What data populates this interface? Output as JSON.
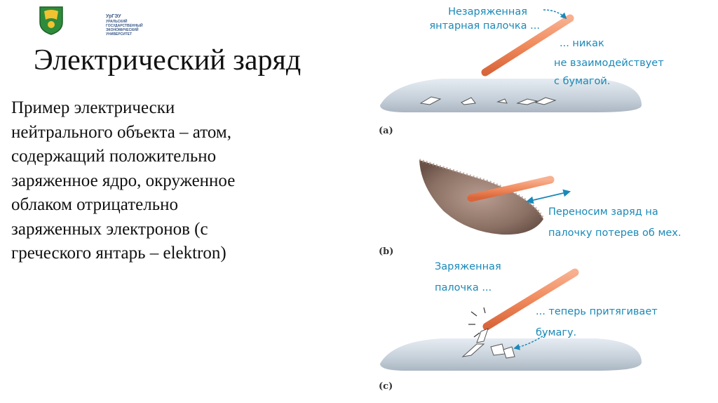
{
  "logo": {
    "icon": "crest-icon",
    "abbrev": "УрГЭУ",
    "lines": [
      "УРАЛЬСКИЙ",
      "ГОСУДАРСТВЕННЫЙ",
      "ЭКОНОМИЧЕСКИЙ",
      "УНИВЕРСИТЕТ"
    ]
  },
  "slide": {
    "title": "Электрический заряд",
    "body_lines": [
      "Пример электрически",
      "нейтрального объекта – атом,",
      "содержащий положительно",
      "заряженное ядро, окруженное",
      "облаком отрицательно",
      "заряженных электронов (с",
      "греческого янтарь – elektron)"
    ]
  },
  "figure": {
    "panel_a": {
      "label": "(a)",
      "rod_caption": [
        "Незаряженная",
        "янтарная палочка ..."
      ],
      "result_caption": [
        "... никак",
        "не взаимодействует",
        "с бумагой."
      ]
    },
    "panel_b": {
      "label": "(b)",
      "caption": [
        "Переносим заряд на",
        "палочку потерев об мех."
      ]
    },
    "panel_c": {
      "label": "(c)",
      "rod_caption": [
        "Заряженная",
        "палочка ..."
      ],
      "result_caption": [
        "... теперь притягивает",
        "бумагу."
      ]
    },
    "colors": {
      "annotation": "#1a89b8",
      "rod": "#f08a5d",
      "table": "#c9d3dc",
      "fur": "#8a6f63"
    }
  }
}
